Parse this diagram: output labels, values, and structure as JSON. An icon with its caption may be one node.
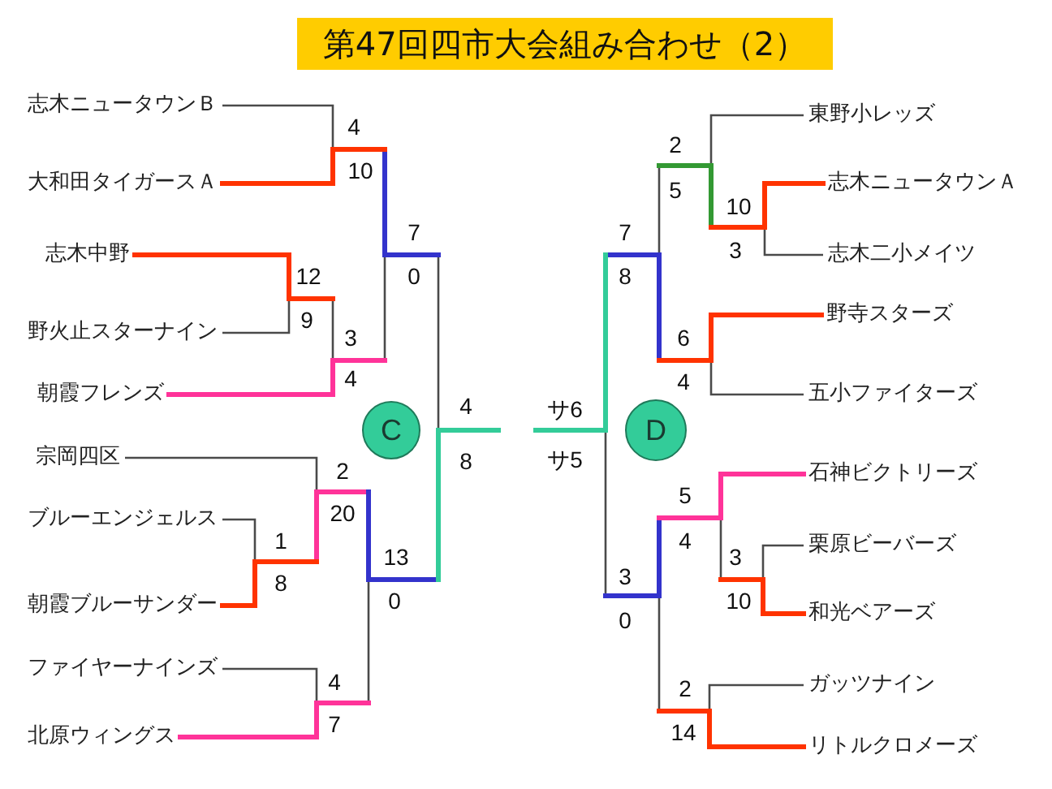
{
  "diagram": {
    "title": "第47回四市大会組み合わせ（2）",
    "nodes": [
      {
        "text": [
          "志木ニュータウンＢ"
        ]
      },
      {
        "text": [
          "大和田タイガースＡ"
        ]
      },
      {
        "text": [
          "志木中野"
        ]
      },
      {
        "text": [
          "野火止スターナイン"
        ]
      },
      {
        "text": [
          "朝霞フレンズ"
        ]
      },
      {
        "text": [
          "宗岡四区"
        ]
      },
      {
        "text": [
          "ブルーエンジェルス"
        ]
      },
      {
        "text": [
          "朝霞ブルーサンダー"
        ]
      },
      {
        "text": [
          "ファイヤーナインズ"
        ]
      },
      {
        "text": [
          "北原ウィングス"
        ]
      },
      {
        "text": [
          "C"
        ]
      },
      {
        "text": [
          "D"
        ]
      },
      {
        "text": [
          "東野小レッズ"
        ]
      },
      {
        "text": [
          "志木ニュータウンＡ"
        ]
      },
      {
        "text": [
          "志木二小メイツ"
        ]
      },
      {
        "text": [
          "野寺スターズ"
        ]
      },
      {
        "text": [
          "五小ファイターズ"
        ]
      },
      {
        "text": [
          "石神ビクトリーズ"
        ]
      },
      {
        "text": [
          "栗原ビーバーズ"
        ]
      },
      {
        "text": [
          "和光ベアーズ"
        ]
      },
      {
        "text": [
          "ガッツナイン"
        ]
      },
      {
        "text": [
          "リトルクロメーズ"
        ]
      }
    ],
    "edges": [
      {
        "from": 0,
        "to": null,
        "arrow": "none"
      },
      {
        "from": 1,
        "to": null,
        "arrow": "none",
        "style": "thick",
        "color": "#ff3300"
      },
      {
        "from": 2,
        "to": null,
        "arrow": "none",
        "style": "thick",
        "color": "#ff3300"
      },
      {
        "from": 3,
        "to": null,
        "arrow": "none"
      },
      {
        "from": 4,
        "to": null,
        "arrow": "none",
        "style": "thick",
        "color": "#ff3399"
      },
      {
        "from": 5,
        "to": null,
        "arrow": "none"
      },
      {
        "from": 6,
        "to": null,
        "arrow": "none"
      },
      {
        "from": 7,
        "to": null,
        "arrow": "none",
        "style": "thick",
        "color": "#ff3300"
      },
      {
        "from": 8,
        "to": null,
        "arrow": "none"
      },
      {
        "from": 9,
        "to": null,
        "arrow": "none",
        "style": "thick",
        "color": "#ff3399"
      },
      {
        "from": 12,
        "to": null,
        "arrow": "none"
      },
      {
        "from": 13,
        "to": null,
        "arrow": "none",
        "style": "thick",
        "color": "#ff3300"
      },
      {
        "from": 14,
        "to": null,
        "arrow": "none"
      },
      {
        "from": 15,
        "to": null,
        "arrow": "none",
        "style": "thick",
        "color": "#ff3300"
      },
      {
        "from": 16,
        "to": null,
        "arrow": "none"
      },
      {
        "from": 17,
        "to": null,
        "arrow": "none",
        "style": "thick",
        "color": "#ff3399"
      },
      {
        "from": 18,
        "to": null,
        "arrow": "none"
      },
      {
        "from": 19,
        "to": null,
        "arrow": "none",
        "style": "thick",
        "color": "#ff3300"
      },
      {
        "from": 20,
        "to": null,
        "arrow": "none"
      },
      {
        "from": 21,
        "to": null,
        "arrow": "none",
        "style": "thick",
        "color": "#ff3300"
      }
    ],
    "labels": [
      "4",
      "10",
      "7",
      "12",
      "0",
      "9",
      "3",
      "4",
      "4",
      "8",
      "2",
      "20",
      "1",
      "13",
      "8",
      "0",
      "4",
      "7",
      "2",
      "5",
      "10",
      "7",
      "3",
      "8",
      "6",
      "4",
      "サ6",
      "サ5",
      "5",
      "4",
      "3",
      "3",
      "10",
      "0",
      "2",
      "14"
    ]
  }
}
